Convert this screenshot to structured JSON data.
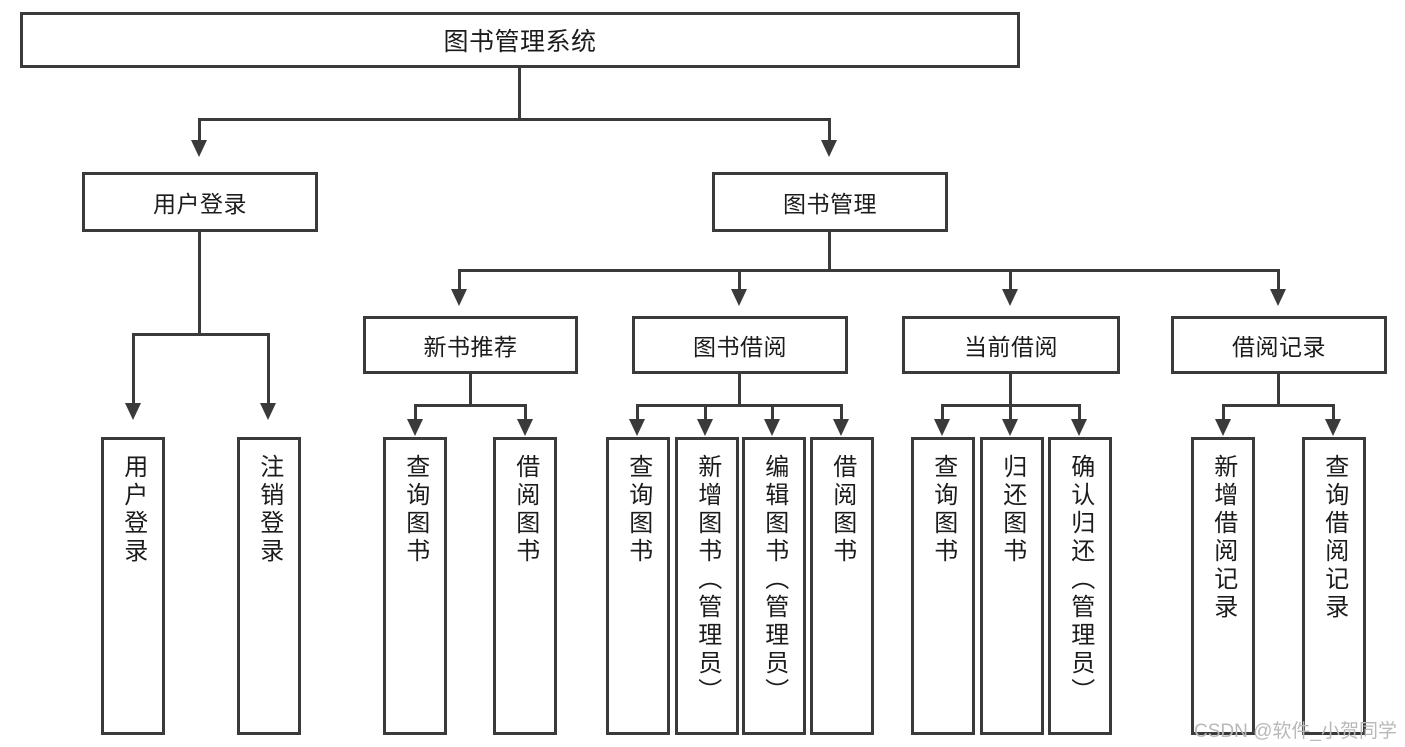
{
  "diagram": {
    "type": "tree",
    "title": "图书管理系统",
    "root": {
      "label": "图书管理系统"
    },
    "level2": [
      {
        "label": "用户登录"
      },
      {
        "label": "图书管理"
      }
    ],
    "level3": [
      {
        "label": "新书推荐"
      },
      {
        "label": "图书借阅"
      },
      {
        "label": "当前借阅"
      },
      {
        "label": "借阅记录"
      }
    ],
    "leaves": {
      "user_login": [
        {
          "label": "用户登录"
        },
        {
          "label": "注销登录"
        }
      ],
      "new_book_recommend": [
        {
          "label": "查询图书"
        },
        {
          "label": "借阅图书"
        }
      ],
      "book_borrow": [
        {
          "label": "查询图书"
        },
        {
          "label": "新增图书（管理员）"
        },
        {
          "label": "编辑图书（管理员）"
        },
        {
          "label": "借阅图书"
        }
      ],
      "current_borrow": [
        {
          "label": "查询图书"
        },
        {
          "label": "归还图书"
        },
        {
          "label": "确认归还（管理员）"
        }
      ],
      "borrow_record": [
        {
          "label": "新增借阅记录"
        },
        {
          "label": "查询借阅记录"
        }
      ]
    }
  },
  "watermark": {
    "text": "CSDN @软件_小贺同学"
  },
  "colors": {
    "stroke": "#3a3a3a",
    "background": "#ffffff",
    "text": "#1c1c1c",
    "watermark": "#b9b9b9"
  }
}
